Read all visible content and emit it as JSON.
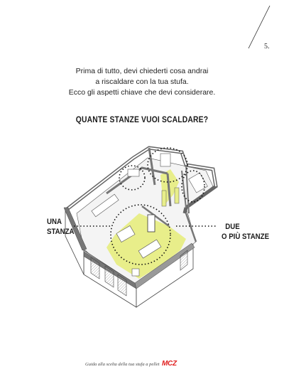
{
  "page": {
    "number": "5."
  },
  "intro": {
    "line1": "Prima di tutto, devi chiederti cosa andrai",
    "line2": "a riscaldare con la tua stufa.",
    "line3": "Ecco gli aspetti chiave che devi considerare."
  },
  "heading": "QUANTE STANZE VUOI SCALDARE?",
  "labels": {
    "one_room": {
      "line1": "UNA",
      "line2": "STANZA"
    },
    "more_rooms": {
      "line1": "DUE",
      "line2": "O PIÙ STANZE"
    }
  },
  "footer": {
    "text": "Guida alla scelta della tua stufa a pellet",
    "brand": "MCZ"
  },
  "colors": {
    "highlight": "#e8ee8a",
    "brand": "#e02020"
  }
}
